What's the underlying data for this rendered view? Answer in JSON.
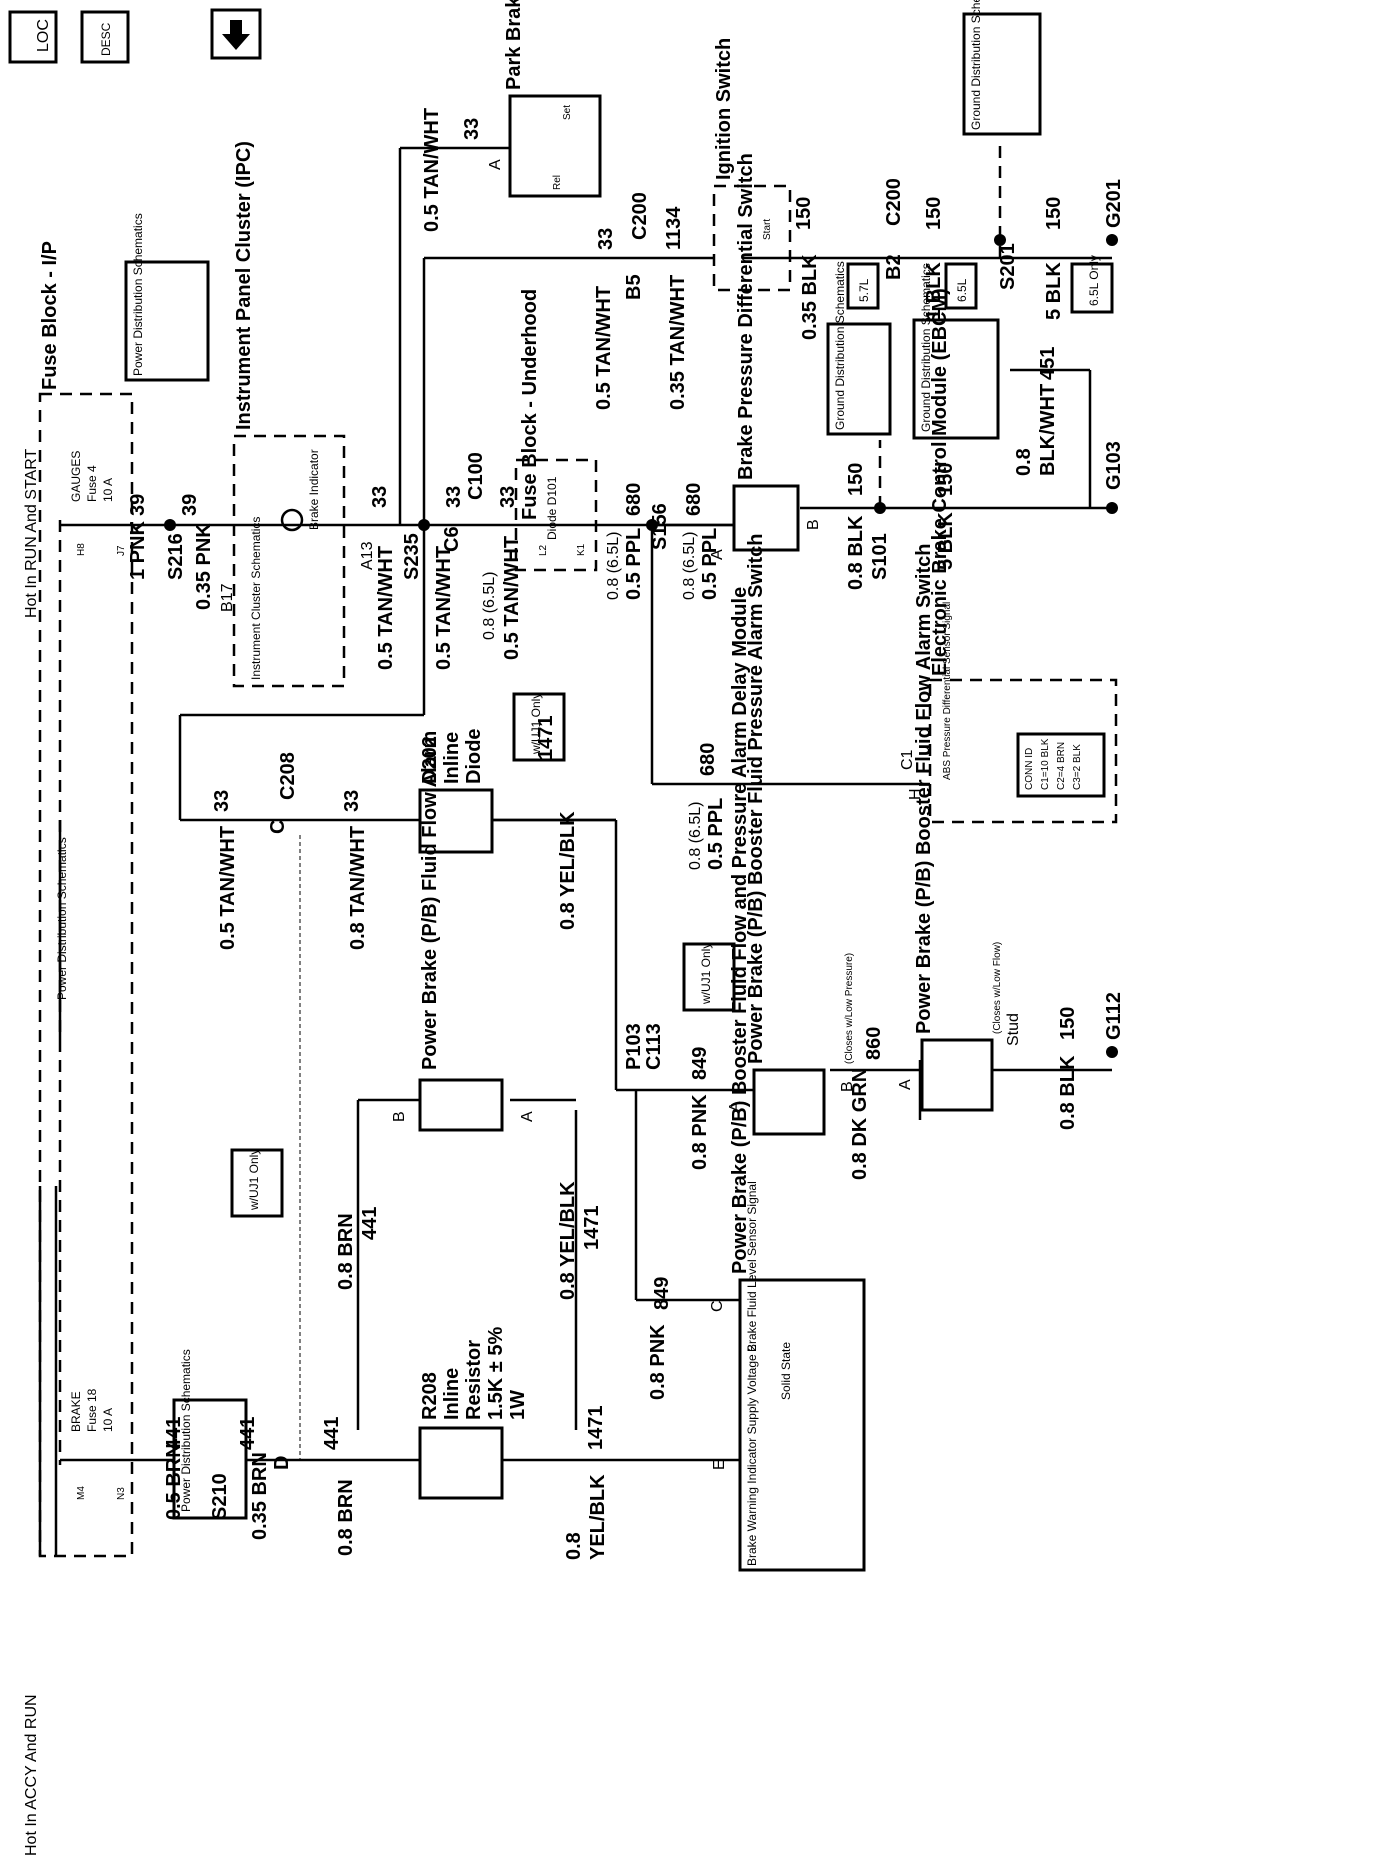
{
  "nav": {
    "loc_label": "LOC",
    "desc_label": "DESC",
    "down_icon": "down-arrow-icon"
  },
  "headers": {
    "accy_run": "Hot In ACCY And RUN",
    "run_start": "Hot In RUN And START"
  },
  "fuse_block_ip": "Fuse Block - I/P",
  "fuse_brake": {
    "name": "BRAKE",
    "fuse": "Fuse 18",
    "rating": "10 A",
    "pin_in": "M4",
    "pin_out": "N3"
  },
  "fuse_gauges": {
    "name": "GAUGES",
    "fuse": "Fuse 4",
    "rating": "10 A",
    "pin_in": "H8",
    "pin_out": "J7"
  },
  "power_dist": "Power Distribution Schematics",
  "ground_dist": "Ground Distribution Schematics",
  "instrument_cluster_schematics": "Instrument Cluster Schematics",
  "ipc": {
    "title": "Instrument Panel Cluster (IPC)",
    "indicator": "Brake Indicator",
    "pin_in": "B17",
    "pin_out": "A13"
  },
  "fuse_block_underhood": "Fuse Block - Underhood",
  "diode_d101": {
    "name": "Diode D101",
    "pin_l": "L2",
    "pin_r": "K1"
  },
  "park_brake": {
    "title": "Park Brake Switch",
    "rel": "Rel",
    "set": "Set",
    "pin": "A"
  },
  "ignition": {
    "title": "Ignition Switch",
    "start": "Start"
  },
  "brake_pressure_switch": {
    "title": "Brake Pressure Differential Switch",
    "pin_a": "A",
    "pin_b": "B"
  },
  "ebcm": {
    "title": "Electronic Brake Control Module (EBCM)",
    "signal": "ABS Pressure Differential Sensor Signal",
    "conn_title": "CONN ID",
    "conn_1": "C1=10 BLK",
    "conn_2": "C2=4 BRN",
    "conn_3": "C3=2 BLK",
    "pin_h": "H",
    "conn": "C1"
  },
  "badges": {
    "l57": "5.7L",
    "l65": "6.5L",
    "l65_only": "6.5L Only",
    "wuj1": "w/UJ1 Only"
  },
  "r208": {
    "name": "R208",
    "line2": "Inline",
    "line3": "Resistor",
    "line4": "1.5K ± 5%",
    "line5": "1W"
  },
  "d202": {
    "name": "D202",
    "line2": "Inline",
    "line3": "Diode"
  },
  "flow_alarm": {
    "title": "Power Brake (P/B) Fluid Flow Alarm",
    "pin_a": "A",
    "pin_b": "B"
  },
  "pressure_switch": {
    "title": "Power Brake (P/B) Booster Fluid Pressure Alarm Switch",
    "note": "(Closes w/Low Pressure)",
    "pin_a": "A",
    "pin_b": "B"
  },
  "flow_switch": {
    "title": "Power Brake (P/B) Booster Fluid Flow Alarm Switch",
    "note": "(Closes w/Low Flow)",
    "pin_a": "A",
    "stud": "Stud"
  },
  "delay_module": {
    "title": "Power Brake (P/B) Booster Fluid Flow and Pressure Alarm Delay Module",
    "left": "Brake Warning Indicator Supply Voltage 2",
    "mid": "Solid State",
    "right": "Brake Fluid Level Sensor Signal",
    "pin_e": "E",
    "pin_c": "C"
  },
  "splices": [
    "S210",
    "S216",
    "S235",
    "S156",
    "S101",
    "S201"
  ],
  "grounds": [
    "G103",
    "G201",
    "G112"
  ],
  "connectors": [
    "C208",
    "C100",
    "C200",
    "C113",
    "P103",
    "C1"
  ],
  "pins": [
    "D",
    "C",
    "C6",
    "B5",
    "B2",
    "A",
    "B",
    "H"
  ],
  "circuits": [
    "441",
    "1471",
    "39",
    "33",
    "680",
    "1134",
    "150",
    "451",
    "849",
    "860"
  ],
  "wires": {
    "brn05": "0.5 BRN",
    "brn035": "0.35 BRN",
    "brn08": "0.8 BRN",
    "yelblk_a": "0.8",
    "yelblk_b": "YEL/BLK",
    "yelblk08": "0.8 YEL/BLK",
    "pnk1": "1 PNK",
    "pnk035": "0.35 PNK",
    "pnk08": "0.8 PNK",
    "tw05": "0.5 TAN/WHT",
    "tw08": "0.8 TAN/WHT",
    "tw035": "0.35 TAN/WHT",
    "tw_65": "0.8 (6.5L)",
    "ppl_65": "0.8 (6.5L)",
    "ppl05": "0.5 PPL",
    "ppl_65b": "0.8 (6.5L)",
    "blk08": "0.8 BLK",
    "blk5": "5 BLK",
    "blk1": "1 BLK",
    "blk035": "0.35 BLK",
    "blkwht_a": "0.8",
    "blkwht_b": "BLK/WHT",
    "dkgrn": "0.8 DK GRN"
  }
}
